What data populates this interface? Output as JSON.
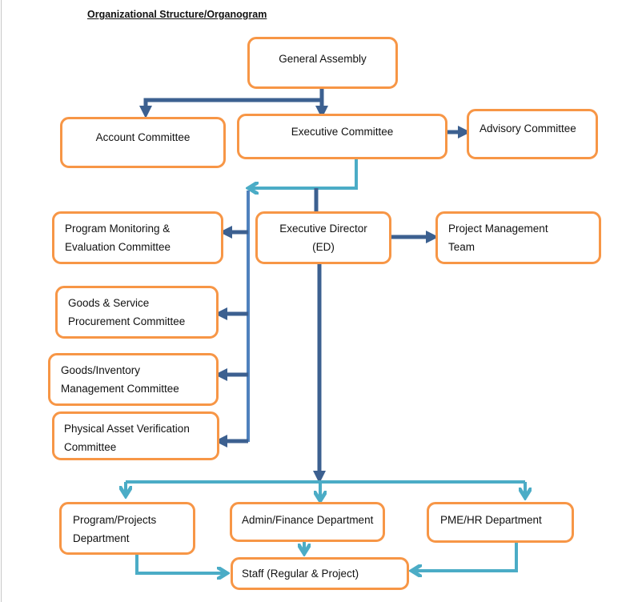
{
  "title": "Organizational Structure/Organogram",
  "colors": {
    "box_border": "#f79646",
    "dark_arrow": "#3c6090",
    "mid_blue_line": "#4f81bd",
    "light_arrow": "#4bacc6"
  },
  "nodes": {
    "general_assembly": {
      "lines": [
        "General Assembly"
      ]
    },
    "account_committee": {
      "lines": [
        "Account Committee"
      ]
    },
    "executive_committee": {
      "lines": [
        "Executive Committee"
      ]
    },
    "advisory_committee": {
      "lines": [
        "Advisory Committee"
      ]
    },
    "pme_committee": {
      "lines": [
        "Program Monitoring &",
        "Evaluation Committee"
      ]
    },
    "executive_director": {
      "lines": [
        "Executive Director",
        "(ED)"
      ]
    },
    "project_management_team": {
      "lines": [
        "Project Management",
        "Team"
      ]
    },
    "procurement_committee": {
      "lines": [
        "Goods & Service",
        "Procurement Committee"
      ]
    },
    "inventory_committee": {
      "lines": [
        "Goods/Inventory",
        "Management Committee"
      ]
    },
    "asset_verification_committee": {
      "lines": [
        "Physical Asset Verification",
        "Committee"
      ]
    },
    "program_projects_department": {
      "lines": [
        "Program/Projects",
        "Department"
      ]
    },
    "admin_finance_department": {
      "lines": [
        "Admin/Finance Department"
      ]
    },
    "pme_hr_department": {
      "lines": [
        "PME/HR Department"
      ]
    },
    "staff": {
      "lines": [
        "Staff (Regular & Project)"
      ]
    }
  },
  "edges": [
    {
      "from": "General Assembly",
      "to": "Account Committee"
    },
    {
      "from": "General Assembly",
      "to": "Executive Committee"
    },
    {
      "from": "Executive Committee",
      "to": "Advisory Committee"
    },
    {
      "from": "Executive Committee",
      "to": "Executive Director (ED)"
    },
    {
      "from": "Executive Committee",
      "to": "Program Monitoring & Evaluation Committee"
    },
    {
      "from": "Executive Committee",
      "to": "Goods & Service Procurement Committee"
    },
    {
      "from": "Executive Committee",
      "to": "Goods/Inventory Management Committee"
    },
    {
      "from": "Executive Committee",
      "to": "Physical Asset Verification Committee"
    },
    {
      "from": "Executive Director (ED)",
      "to": "Project Management Team"
    },
    {
      "from": "Executive Director (ED)",
      "to": "Program/Projects Department"
    },
    {
      "from": "Executive Director (ED)",
      "to": "Admin/Finance Department"
    },
    {
      "from": "Executive Director (ED)",
      "to": "PME/HR Department"
    },
    {
      "from": "Program/Projects Department",
      "to": "Staff (Regular & Project)"
    },
    {
      "from": "Admin/Finance Department",
      "to": "Staff (Regular & Project)"
    },
    {
      "from": "PME/HR Department",
      "to": "Staff (Regular & Project)"
    }
  ]
}
